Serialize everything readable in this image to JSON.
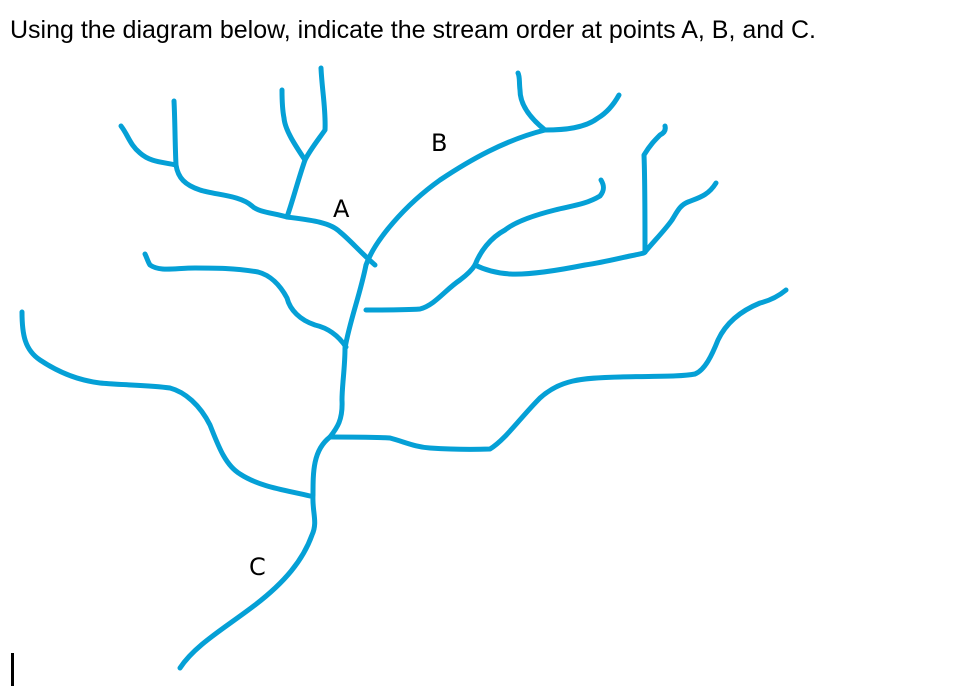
{
  "question": "Using the diagram below, indicate the stream order at points A, B, and C.",
  "diagram": {
    "stream_color": "#05a0d6",
    "points": {
      "a": "A",
      "b": "B",
      "c": "C"
    }
  }
}
